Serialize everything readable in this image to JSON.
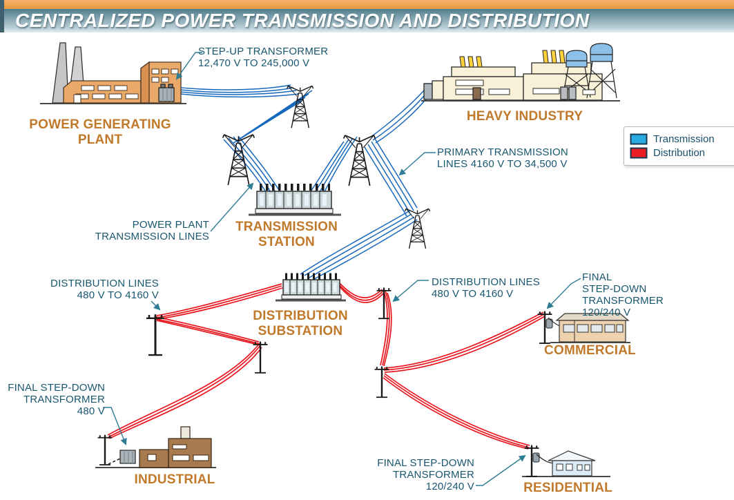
{
  "header": {
    "title": "CENTRALIZED POWER TRANSMISSION AND DISTRIBUTION"
  },
  "legend": {
    "items": [
      {
        "label": "Transmission",
        "color": "#29ABE2"
      },
      {
        "label": "Distribution",
        "color": "#EC1C24"
      }
    ]
  },
  "labels": {
    "step_up_transformer": "STEP-UP TRANSFORMER\n12,470 V TO 245,000 V",
    "power_generating_plant": "POWER GENERATING\nPLANT",
    "heavy_industry": "HEAVY INDUSTRY",
    "primary_transmission_lines": "PRIMARY TRANSMISSION\nLINES 4160 V TO 34,500 V",
    "power_plant_transmission_lines": "POWER PLANT\nTRANSMISSION LINES",
    "transmission_station": "TRANSMISSION\nSTATION",
    "distribution_lines_left": "DISTRIBUTION LINES\n480 V TO 4160 V",
    "distribution_substation": "DISTRIBUTION\nSUBSTATION",
    "distribution_lines_right": "DISTRIBUTION LINES\n480 V TO 4160 V",
    "final_step_down_commercial": "FINAL\nSTEP-DOWN\nTRANSFORMER\n120/240 V",
    "commercial": "COMMERCIAL",
    "final_step_down_industrial": "FINAL STEP-DOWN\nTRANSFORMER\n480 V",
    "industrial": "INDUSTRIAL",
    "final_step_down_residential": "FINAL STEP-DOWN\nTRANSFORMER\n120/240 V",
    "residential": "RESIDENTIAL"
  },
  "colors": {
    "transmission_line": "#1668BE",
    "distribution_line": "#E8141C",
    "leader_line": "#2E7D95",
    "label_teal": "#19566F",
    "label_orange": "#C1792B"
  }
}
